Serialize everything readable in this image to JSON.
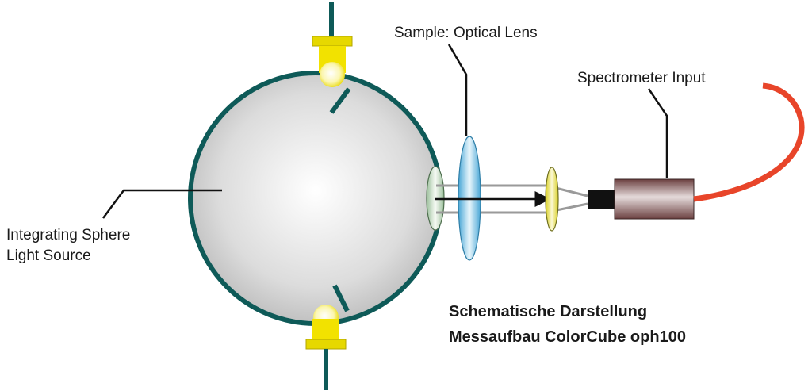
{
  "labels": {
    "sample": "Sample: Optical Lens",
    "spectrometer": "Spectrometer Input",
    "sphere_line1": "Integrating Sphere",
    "sphere_line2": "Light Source"
  },
  "caption": {
    "line1": "Schematische Darstellung",
    "line2": "Messaufbau ColorCube oph100"
  },
  "colors": {
    "sphere_outline": "#0e5a58",
    "fiber": "#e8452a",
    "lamp": "#f2e200",
    "lens_blue": "#7cc4e6",
    "detector_body": "#7a4c4c"
  }
}
